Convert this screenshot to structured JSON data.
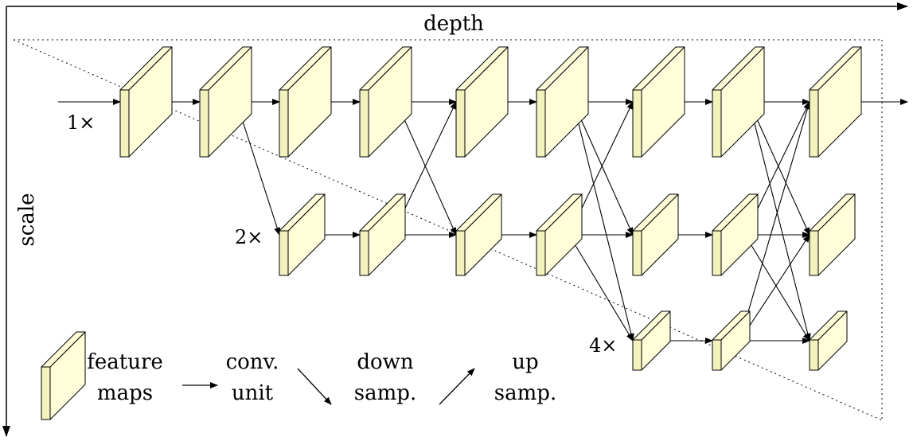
{
  "axes": {
    "depth_label": "depth",
    "scale_label": "scale"
  },
  "scale_labels": {
    "s1": "1×",
    "s2": "2×",
    "s4": "4×"
  },
  "legend": {
    "feature_line1": "feature",
    "feature_line2": "maps",
    "conv_line1": "conv.",
    "conv_line2": "unit",
    "down_line1": "down",
    "down_line2": "samp.",
    "up_line1": "up",
    "up_line2": "samp."
  },
  "colors": {
    "block_fill": "#fffed9",
    "block_side": "#f3f1bd",
    "line": "#000000"
  },
  "network": {
    "columns": 9,
    "rows": [
      {
        "scale": "1×",
        "columns": [
          0,
          1,
          2,
          3,
          4,
          5,
          6,
          7,
          8
        ]
      },
      {
        "scale": "2×",
        "columns": [
          2,
          3,
          4,
          5,
          6,
          7,
          8
        ]
      },
      {
        "scale": "4×",
        "columns": [
          6,
          7,
          8
        ]
      }
    ]
  }
}
